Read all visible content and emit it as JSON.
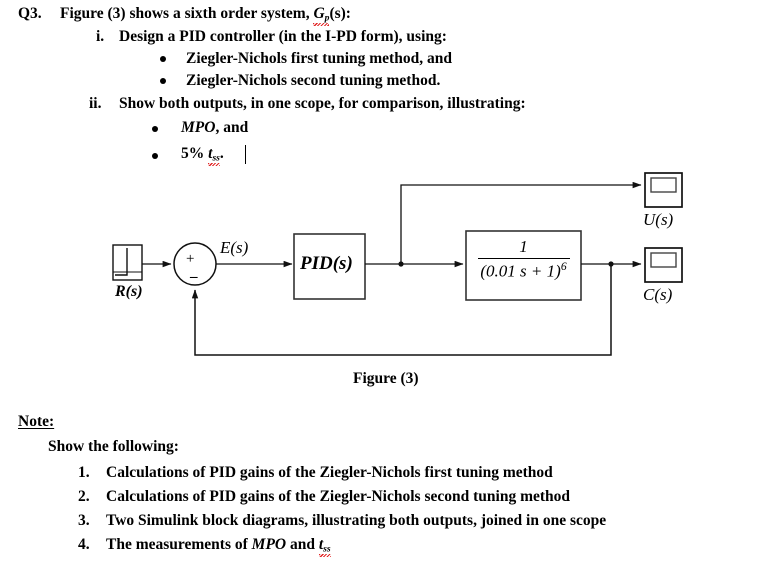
{
  "document": {
    "question_label": "Q3.",
    "question_text": "Figure (3) shows a sixth order system,",
    "question_symbol_G": "G",
    "question_symbol_p": "p",
    "question_symbol_tail": "(s):",
    "part_i_label": "i.",
    "part_i_text": "Design a PID controller (in the I-PD form), using:",
    "bullet_i_1": "Ziegler-Nichols first tuning method, and",
    "bullet_i_2": "Ziegler-Nichols second tuning method.",
    "part_ii_label": "ii.",
    "part_ii_text": "Show both outputs, in one scope, for comparison, illustrating:",
    "bullet_ii_1_italic": "MPO",
    "bullet_ii_1_tail": ", and",
    "bullet_ii_2_prefix": "5%",
    "bullet_ii_2_symbol": "t",
    "bullet_ii_2_sub": "ss",
    "bullet_ii_2_tail": "."
  },
  "diagram": {
    "caption": "Figure (3)",
    "input_label": "R(s)",
    "error_label": "E(s)",
    "controller_label": "PID(s)",
    "plant_numerator": "1",
    "plant_denominator_base": "(0.01 s + 1)",
    "plant_denominator_power": "6",
    "scope_u_label": "U(s)",
    "scope_c_label": "C(s)",
    "sum_plus": "+",
    "sum_minus": "_",
    "stroke_color": "#1a1a1a"
  },
  "note": {
    "heading": "Note:",
    "subheading": "Show the following:",
    "items": [
      {
        "number": "1.",
        "text": "Calculations of PID gains of the Ziegler-Nichols first tuning method"
      },
      {
        "number": "2.",
        "text": "Calculations of PID gains of the Ziegler-Nichols second tuning method"
      },
      {
        "number": "3.",
        "text": "Two Simulink block diagrams, illustrating both outputs, joined in one scope"
      }
    ],
    "item4_number": "4.",
    "item4_prefix": "The measurements of",
    "item4_italic1": "MPO",
    "item4_mid": "and",
    "item4_symbol": "t",
    "item4_sub": "ss"
  }
}
